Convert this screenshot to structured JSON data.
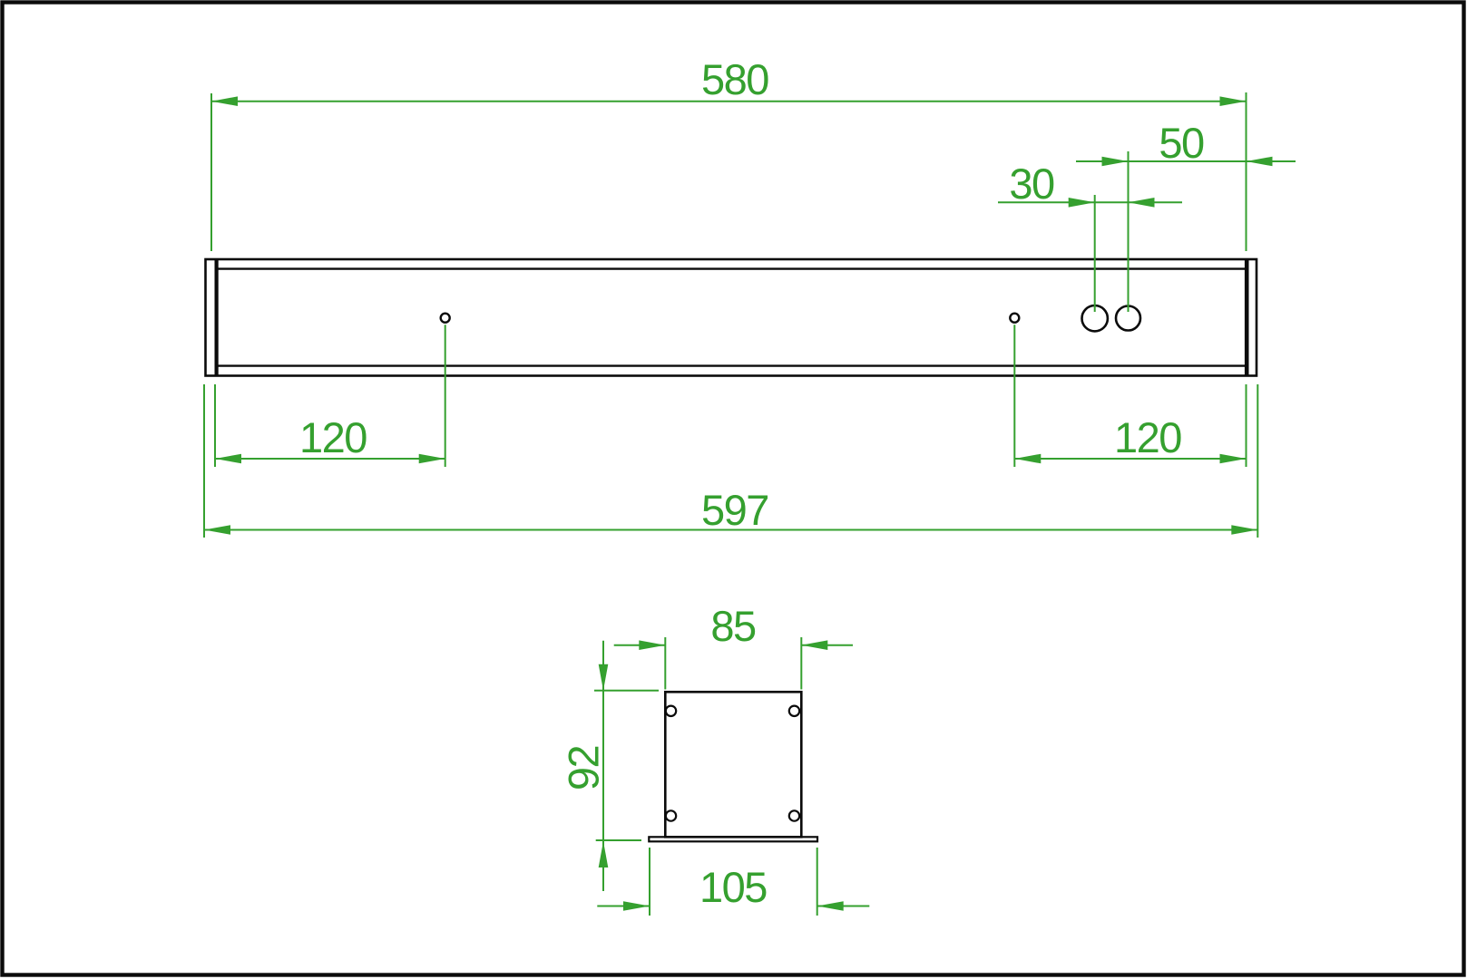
{
  "colors": {
    "dimension_green": "#35a02f",
    "outline_black": "#0b0b0b",
    "background": "#ffffff",
    "page_border": "#0b0b0b"
  },
  "dimensions": {
    "front_view": {
      "inner_length": "580",
      "pair_edge_offset": "50",
      "pair_spacing": "30",
      "left_hole_offset": "120",
      "right_hole_offset": "120",
      "overall_length": "597"
    },
    "section_view": {
      "top_width": "85",
      "height": "92",
      "base_width": "105"
    }
  }
}
